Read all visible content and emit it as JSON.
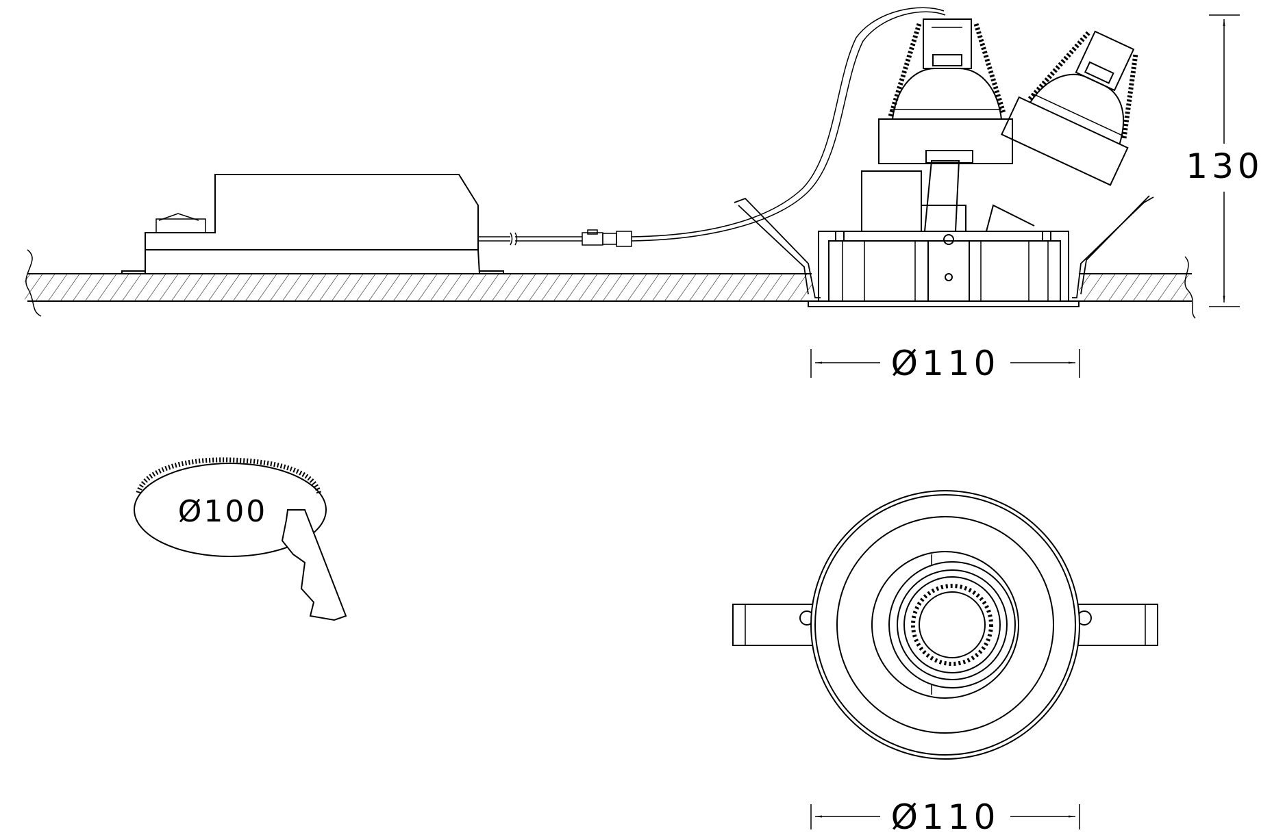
{
  "dimensions": {
    "height_label": "130",
    "side_width_label": "Ø110",
    "top_width_label": "Ø110",
    "cutout_label": "Ø100"
  },
  "colors": {
    "line": "#000000",
    "background": "#ffffff"
  }
}
